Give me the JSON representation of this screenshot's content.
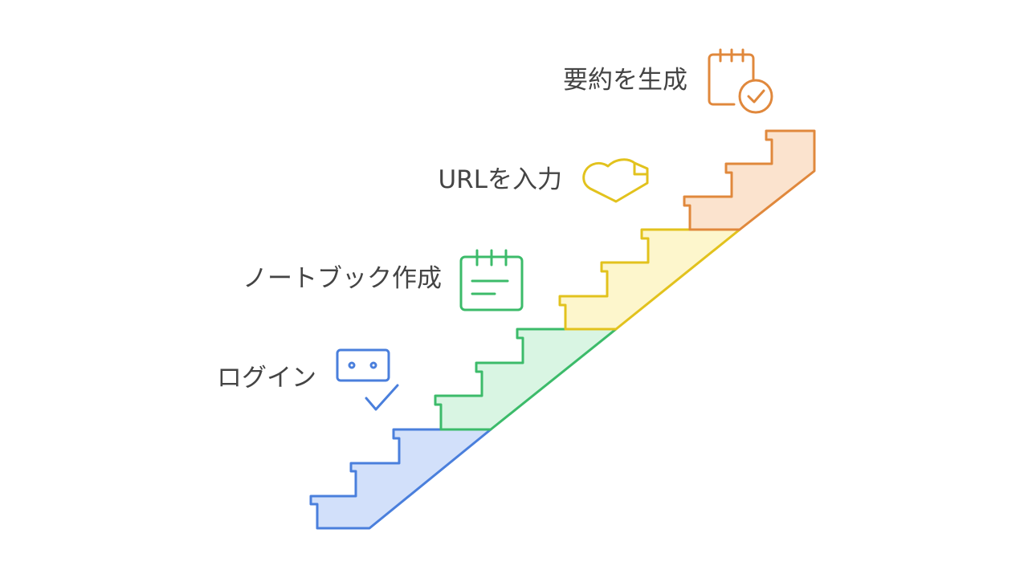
{
  "diagram": {
    "steps": [
      {
        "label": "ログイン",
        "icon": "login-dialog-icon",
        "stroke": "#4a7fdc",
        "fill": "#d2e0fa"
      },
      {
        "label": "ノートブック作成",
        "icon": "notebook-calendar-icon",
        "stroke": "#3cbb6a",
        "fill": "#d9f5e3"
      },
      {
        "label": "URLを入力",
        "icon": "url-heart-icon",
        "stroke": "#e2c21d",
        "fill": "#fdf6cc"
      },
      {
        "label": "要約を生成",
        "icon": "summary-check-icon",
        "stroke": "#e0883c",
        "fill": "#fbe3ce"
      }
    ]
  }
}
